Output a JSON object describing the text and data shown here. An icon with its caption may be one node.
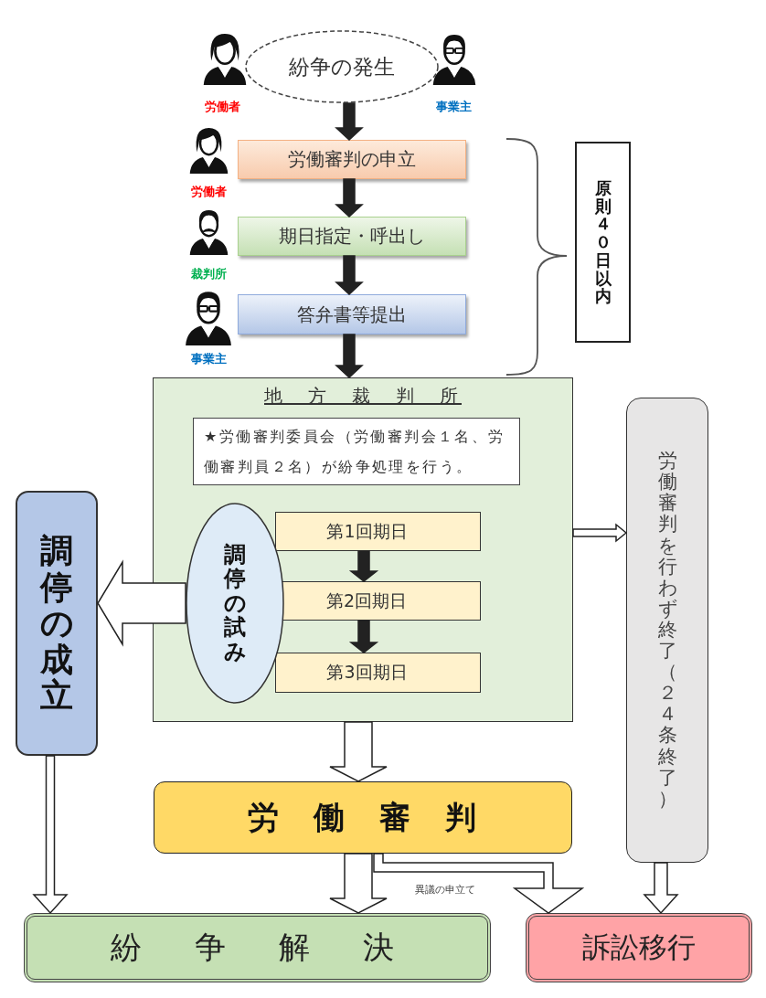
{
  "diagram": {
    "nodes": [
      {
        "text": [
          "紛争の発生"
        ],
        "beside": [
          "労働者",
          "事業主"
        ]
      },
      {
        "text": [
          "労働審判の申立"
        ],
        "beside": [
          "労働者"
        ]
      },
      {
        "text": [
          "期日指定・呼出し"
        ],
        "beside": [
          "裁判所"
        ]
      },
      {
        "text": [
          "答弁書等提出"
        ],
        "beside": [
          "事業主"
        ]
      },
      {
        "text": [
          "原則４０日以内"
        ]
      },
      {
        "text": [
          "地　方　裁　判　所"
        ]
      },
      {
        "text": [
          "★労働審判委員会（労働審判会１名、労働審判員２名）が紛争処理を行う。"
        ],
        "in": 5
      },
      {
        "text": [
          "調停の試み"
        ],
        "in": 5
      },
      {
        "text": [
          "第1回期日"
        ],
        "in": 5
      },
      {
        "text": [
          "第2回期日"
        ],
        "in": 5
      },
      {
        "text": [
          "第3回期日"
        ],
        "in": 5
      },
      {
        "text": [
          "調停の成立"
        ]
      },
      {
        "text": [
          "労働審判を行わず終了（２４条終了）"
        ]
      },
      {
        "text": [
          "労　働　審　判"
        ]
      },
      {
        "text": [
          "紛　争　解　決"
        ]
      },
      {
        "text": [
          "訴訟移行"
        ]
      }
    ],
    "edges": [
      {
        "from": 0,
        "to": 1,
        "arrow": "to",
        "style": "thick"
      },
      {
        "from": 1,
        "to": 2,
        "arrow": "to",
        "style": "thick"
      },
      {
        "from": 2,
        "to": 3,
        "arrow": "to",
        "style": "thick"
      },
      {
        "from": 3,
        "to": 5,
        "arrow": "to",
        "style": "thick"
      },
      {
        "from": 8,
        "to": 9,
        "arrow": "to",
        "style": "thick"
      },
      {
        "from": 9,
        "to": 10,
        "arrow": "to",
        "style": "thick"
      },
      {
        "from": 7,
        "to": 11,
        "arrow": "to"
      },
      {
        "from": 5,
        "to": 12,
        "arrow": "to"
      },
      {
        "from": 5,
        "to": 13,
        "arrow": "to"
      },
      {
        "from": 11,
        "to": 14,
        "arrow": "to"
      },
      {
        "from": 13,
        "to": 14,
        "arrow": "to"
      },
      {
        "from": 13,
        "to": 15,
        "arrow": "to",
        "label": "異議の申立て"
      },
      {
        "from": 12,
        "to": 15,
        "arrow": "to"
      }
    ]
  }
}
